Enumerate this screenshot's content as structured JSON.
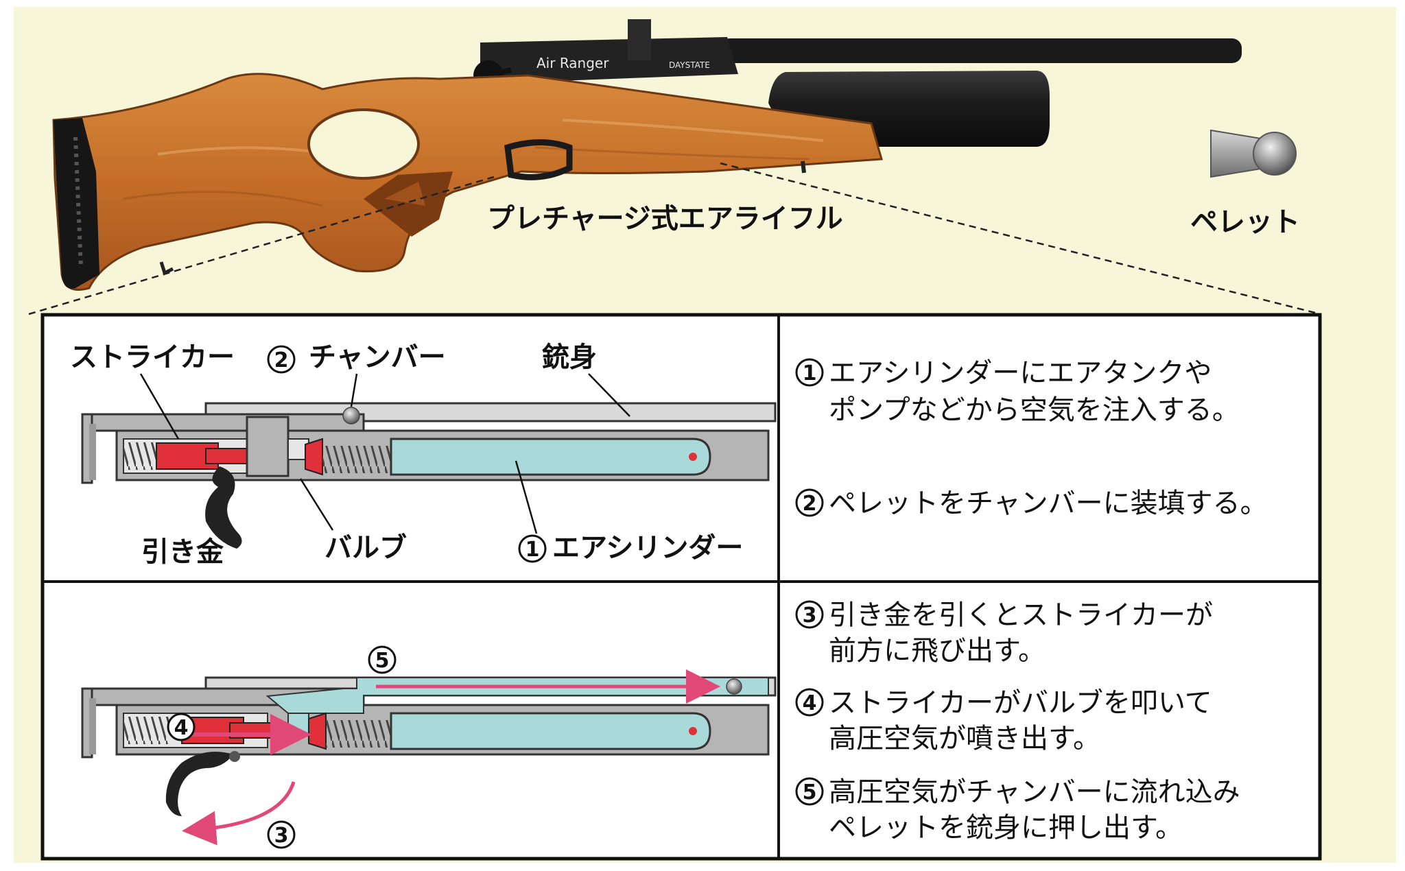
{
  "rifle": {
    "title": "プレチャージ式エアライフル",
    "brand": "Air Ranger",
    "maker": "DAYSTATE"
  },
  "pellet": {
    "label": "ペレット"
  },
  "top_panel": {
    "labels": {
      "striker": "ストライカー",
      "chamber_num": "2",
      "chamber": "チャンバー",
      "barrel": "銃身",
      "trigger": "引き金",
      "valve": "バルブ",
      "cylinder_num": "1",
      "cylinder": "エアシリンダー"
    }
  },
  "bottom_panel": {
    "nums": {
      "n3": "3",
      "n4": "4",
      "n5": "5"
    }
  },
  "steps": [
    {
      "num": "1",
      "line1": "エアシリンダーにエアタンクや",
      "line2": "ポンプなどから空気を注入する。"
    },
    {
      "num": "2",
      "line1": "ペレットをチャンバーに装填する。",
      "line2": ""
    },
    {
      "num": "3",
      "line1": "引き金を引くとストライカーが",
      "line2": "前方に飛び出す。"
    },
    {
      "num": "4",
      "line1": "ストライカーがバルブを叩いて",
      "line2": "高圧空気が噴き出す。"
    },
    {
      "num": "5",
      "line1": "高圧空気がチャンバーに流れ込み",
      "line2": "ペレットを銃身に押し出す。"
    }
  ],
  "colors": {
    "background": "#f7f6d8",
    "wood": "#c9742d",
    "wood_dark": "#8a4a1c",
    "metal_dark": "#1e1e1e",
    "panel_border": "#111111",
    "cylinder_fill": "#a9d9d9",
    "striker_red": "#e0303a",
    "arrow_pink": "#e04878",
    "gray_metal": "#b5b5b5"
  }
}
